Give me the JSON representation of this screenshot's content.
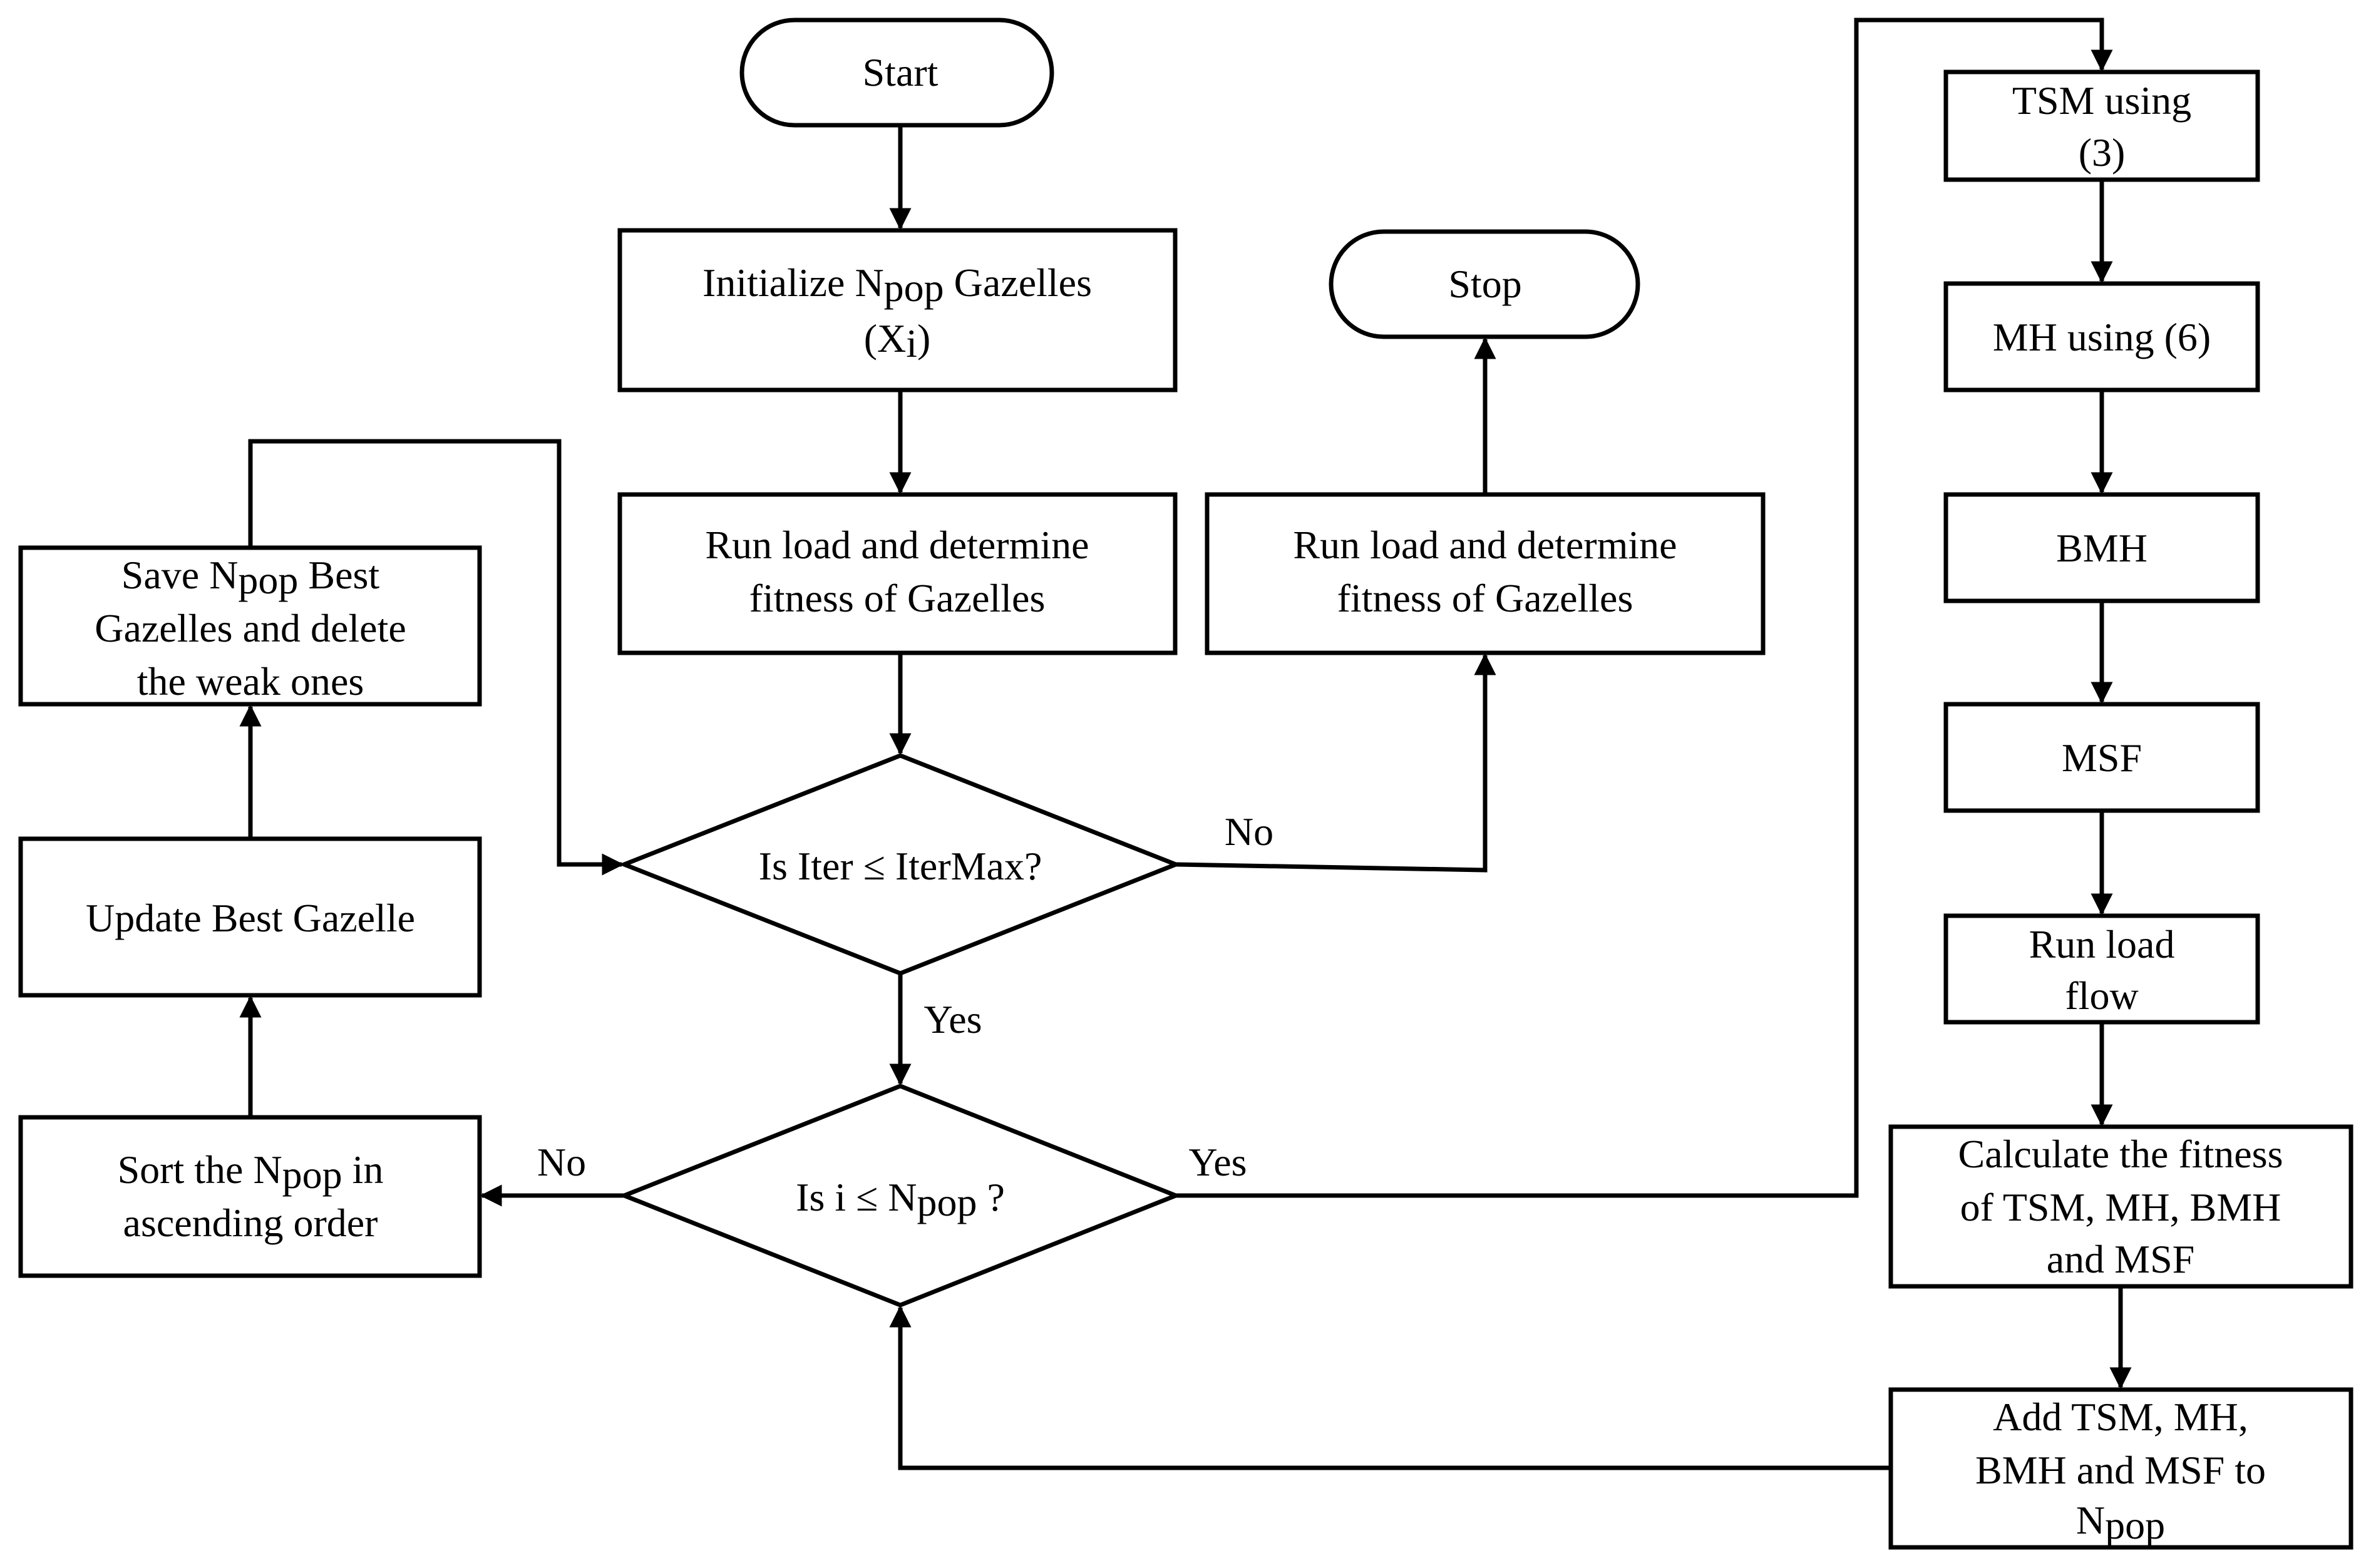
{
  "nodes": {
    "start": {
      "text": "Start"
    },
    "init": {
      "line1_a": "Initialize N",
      "line1_sub": "pop",
      "line1_b": " Gazelles",
      "line2_a": "(X",
      "line2_sub": "i",
      "line2_b": ")"
    },
    "run_load_1": {
      "line1": "Run load and determine",
      "line2": "fitness of Gazelles"
    },
    "stop": {
      "text": "Stop"
    },
    "run_load_2": {
      "line1": "Run load and determine",
      "line2": "fitness of Gazelles"
    },
    "save_best": {
      "line1_a": "Save N",
      "line1_sub": "pop",
      "line1_b": " Best",
      "line2": "Gazelles and delete",
      "line3": "the weak ones"
    },
    "update_best": {
      "text": "Update Best Gazelle"
    },
    "sort": {
      "line1_a": "Sort the N",
      "line1_sub": "pop",
      "line1_b": " in",
      "line2": "ascending order"
    },
    "decision_iter": {
      "text": "Is Iter ≤ IterMax?"
    },
    "decision_i": {
      "text_a": "Is i ≤ N",
      "text_sub": "pop",
      "text_b": " ?"
    },
    "tsm": {
      "line1": "TSM using",
      "line2": "(3)"
    },
    "mh": {
      "text": "MH using (6)"
    },
    "bmh": {
      "text": "BMH"
    },
    "msf": {
      "text": "MSF"
    },
    "run_load_flow": {
      "line1": "Run load",
      "line2": "flow"
    },
    "calc_fitness": {
      "line1": "Calculate the fitness",
      "line2": "of TSM, MH, BMH",
      "line3": "and MSF"
    },
    "add_to_pop": {
      "line1": "Add TSM, MH,",
      "line2": "BMH and MSF to",
      "line3_a": "N",
      "line3_sub": "pop"
    }
  },
  "edge_labels": {
    "iter_no": "No",
    "iter_yes": "Yes",
    "i_no": "No",
    "i_yes": "Yes"
  }
}
